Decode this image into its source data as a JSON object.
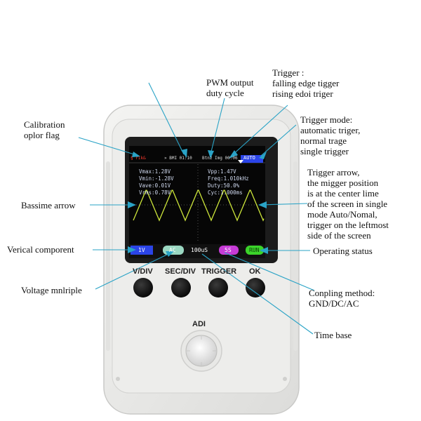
{
  "annotations": {
    "pwm": [
      "PWM output",
      "duty cycle"
    ],
    "trigger": [
      "Trigger :",
      "falling edge tigger",
      "rising edoi triger"
    ],
    "calibration": [
      "Calibration",
      "oplor flag"
    ],
    "trigger_mode": [
      "Trigger mode:",
      "automatic triger,",
      "normal trage",
      "single trigger"
    ],
    "trigger_arrow": [
      "Trigger arrow,",
      "the migger position",
      "is at the center lime",
      "of the screen in single",
      "mode Auto/Nomal,",
      "trigger on the leftmost",
      "side of the screen"
    ],
    "baseline_arrow": [
      "Bassime arrow"
    ],
    "vertical": [
      "Verical comporent"
    ],
    "operating": [
      "Operating status"
    ],
    "voltage": [
      "Voltage mnlriple"
    ],
    "coupling": [
      "Conpling method:",
      "GND/DC/AC"
    ],
    "timebase": [
      "Time base"
    ]
  },
  "buttons": {
    "vdiv": "V/DIV",
    "secdiv": "SEC/DIV",
    "trigger": "TRIGGER",
    "ok": "OK",
    "adi": "ADI"
  },
  "screen": {
    "top_bar": {
      "flag": "§ rik&",
      "pwm": "» BMI 01:10",
      "trig": "Btnz Img 00:06",
      "mode": "AUTO"
    },
    "left_readings": [
      "Vmax:1.28V",
      "Vmin:-1.28V",
      "Vave:0.01V",
      "Vrms:0.78V"
    ],
    "right_readings": [
      "Vpp:1.47V",
      "Freq:1.010kHz",
      "Duty:50.0%",
      "Cyc:1.000ms"
    ],
    "bottom_bar": {
      "volt": "1V",
      "coupling": "AC",
      "timebase": "100uS",
      "trigger_slope": "5S",
      "status": "RUN"
    }
  },
  "colors": {
    "wave": "#cde63a",
    "screen_bg": "#060606",
    "status_green": "#3bd42a",
    "volt_box": "#2b44e8",
    "trig_box": "#c63bd6"
  }
}
